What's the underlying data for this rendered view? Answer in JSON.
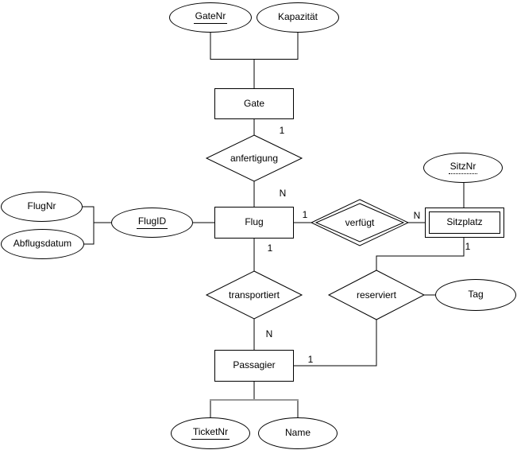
{
  "entities": {
    "gate": {
      "label": "Gate",
      "type": "strong"
    },
    "flug": {
      "label": "Flug",
      "type": "strong"
    },
    "sitzplatz": {
      "label": "Sitzplatz",
      "type": "weak"
    },
    "passagier": {
      "label": "Passagier",
      "type": "strong"
    }
  },
  "relationships": {
    "anfertigung": {
      "label": "anfertigung",
      "type": "regular"
    },
    "verfuegt": {
      "label": "verfügt",
      "type": "identifying"
    },
    "transportiert": {
      "label": "transportiert",
      "type": "regular"
    },
    "reserviert": {
      "label": "reserviert",
      "type": "regular"
    }
  },
  "attributes": {
    "gatenr": {
      "label": "GateNr",
      "key_style": "underline"
    },
    "kapazitaet": {
      "label": "Kapazität",
      "key_style": "none"
    },
    "flugnr": {
      "label": "FlugNr",
      "key_style": "none"
    },
    "abflugsdatum": {
      "label": "Abflugsdatum",
      "key_style": "none"
    },
    "flugid": {
      "label": "FlugID",
      "key_style": "underline"
    },
    "sitznr": {
      "label": "SitzNr",
      "key_style": "dotted-underline"
    },
    "tag": {
      "label": "Tag",
      "key_style": "none"
    },
    "ticketnr": {
      "label": "TicketNr",
      "key_style": "underline"
    },
    "name": {
      "label": "Name",
      "key_style": "none"
    }
  },
  "cardinality_labels": {
    "gate_anfertigung": "1",
    "anfertigung_flug": "N",
    "flug_verfuegt": "1",
    "verfuegt_sitzplatz": "N",
    "flug_transportiert": "1",
    "transportiert_passagier": "N",
    "sitzplatz_reserviert": "1",
    "passagier_reserviert": "1"
  },
  "colors": {
    "stroke": "#000000",
    "text": "#000000",
    "background": "#ffffff",
    "attribute_bar_gray": "#999999"
  }
}
